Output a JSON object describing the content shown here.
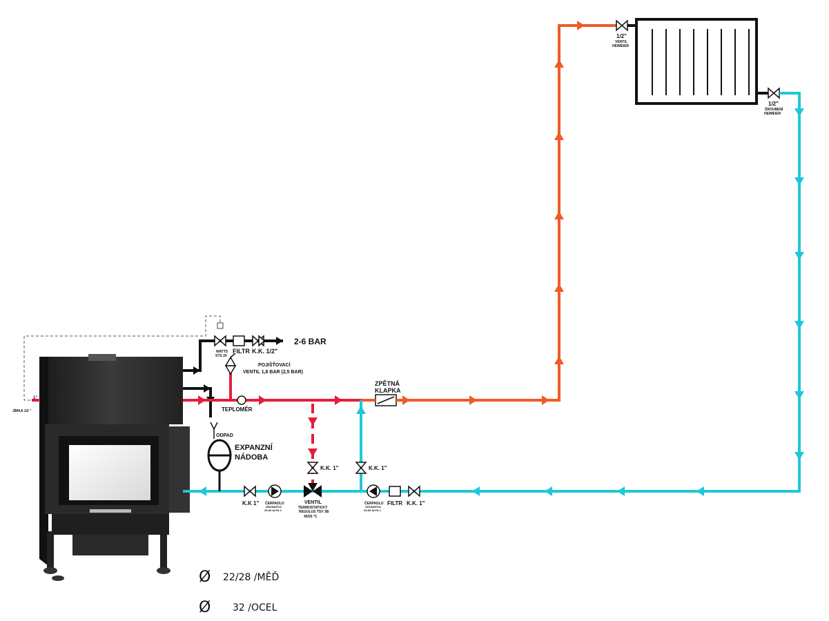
{
  "colors": {
    "supply": "#e31e3a",
    "supply_radiator": "#f05a28",
    "return": "#1ec8d8",
    "cold_water": "#111111"
  },
  "labels": {
    "pressure": "2-6 BAR",
    "watts": "WATTS",
    "watts_model": "STS 20",
    "filtr_top": "FILTR",
    "kk_half": "K.K. 1/2\"",
    "safety_valve_1": "POJIŠŤOVACÍ",
    "safety_valve_2": "VENTIL 1,8 BAR (2,5 BAR)",
    "teplomer": "TEPLOMĚR",
    "zpetna_1": "ZPĚTNÁ",
    "zpetna_2": "KLAPKA",
    "one_inch": "1\"",
    "jimka": "JÍMKA 1/2 \"",
    "odpad": "ODPAD",
    "expansion_1": "EXPANZNÍ",
    "expansion_2": "NÁDOBA",
    "kk1_middle": "K.K. 1\"",
    "kk1_right": "K.K. 1\"",
    "kk1_left": "K.K 1\"",
    "pump_left_1": "ČERPADLO",
    "pump_left_2": "GRUNDFOS",
    "pump_left_3": "25-60 ALFA 2",
    "ventil": "VENTIL",
    "ventil_1": "TERMOSTATICKÝ",
    "ventil_2": "REGULUS TSV 3B",
    "ventil_3": "45/55 °C",
    "pump_right_1": "ČERPADLO",
    "pump_right_2": "GRUNDFOS",
    "pump_right_3": "25-60 ALFA 2",
    "filtr_bottom": "FILTR",
    "kk1_bottom": "K.K. 1\"",
    "rad_valve_size": "1/2\"",
    "rad_valve_1": "VENTIL",
    "rad_valve_2": "HEIMEIER",
    "rad_screw_size": "1/2\"",
    "rad_screw_1": "ŠROUBENÍ",
    "rad_screw_2": "HEIMEIER"
  },
  "legend": [
    {
      "symbol": "Ø",
      "text": "22/28 /MĚĎ"
    },
    {
      "symbol": "Ø",
      "text": "32 /OCEL"
    }
  ]
}
